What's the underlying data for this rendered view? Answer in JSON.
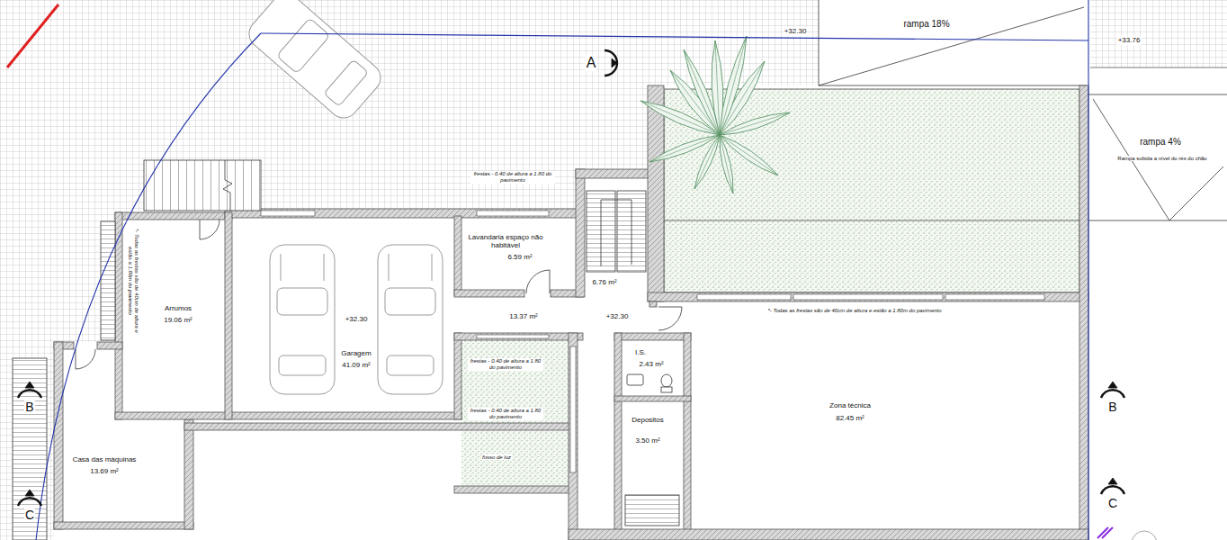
{
  "diagram": {
    "nodes": [
      {
        "text": [
          "Arrumos",
          "19.06 m²"
        ]
      },
      {
        "text": [
          "+32.30",
          "Garagem",
          "41.09 m²"
        ]
      },
      {
        "text": [
          "Lavandaria espaço não habitável",
          "6.59 m²"
        ]
      },
      {
        "text": [
          "6.76 m²"
        ]
      },
      {
        "text": [
          "13.37 m²",
          "+32.30"
        ]
      },
      {
        "text": [
          "frestas - 0.40 de altura a 1.80 do pavimento",
          "frestas - 0.40 de altura a 1.80 do pavimento",
          "fosso de luz"
        ]
      },
      {
        "text": [
          "I.S.",
          "2.43 m²"
        ]
      },
      {
        "text": [
          "Depositos",
          "3.50 m²"
        ]
      },
      {
        "text": [
          "Zona técnica",
          "82.45 m²"
        ]
      },
      {
        "text": [
          "Casa das máquinas",
          "13.69 m²"
        ]
      }
    ],
    "labels": [
      "A",
      "+32.30",
      "rampa 18%",
      "+33.76",
      "rampa 4%",
      "Rampa subida a nível do rés do chão",
      "frestas - 0.40 de altura a 1.80 do pavimento",
      "*- Todas as frestas são de 40cm de altura e estão a 1.80m do pavimento",
      "*- Todas as frestas são de 40cm de altura e estão a 1.80m do pavimento",
      "B",
      "B",
      "C",
      "C"
    ]
  }
}
